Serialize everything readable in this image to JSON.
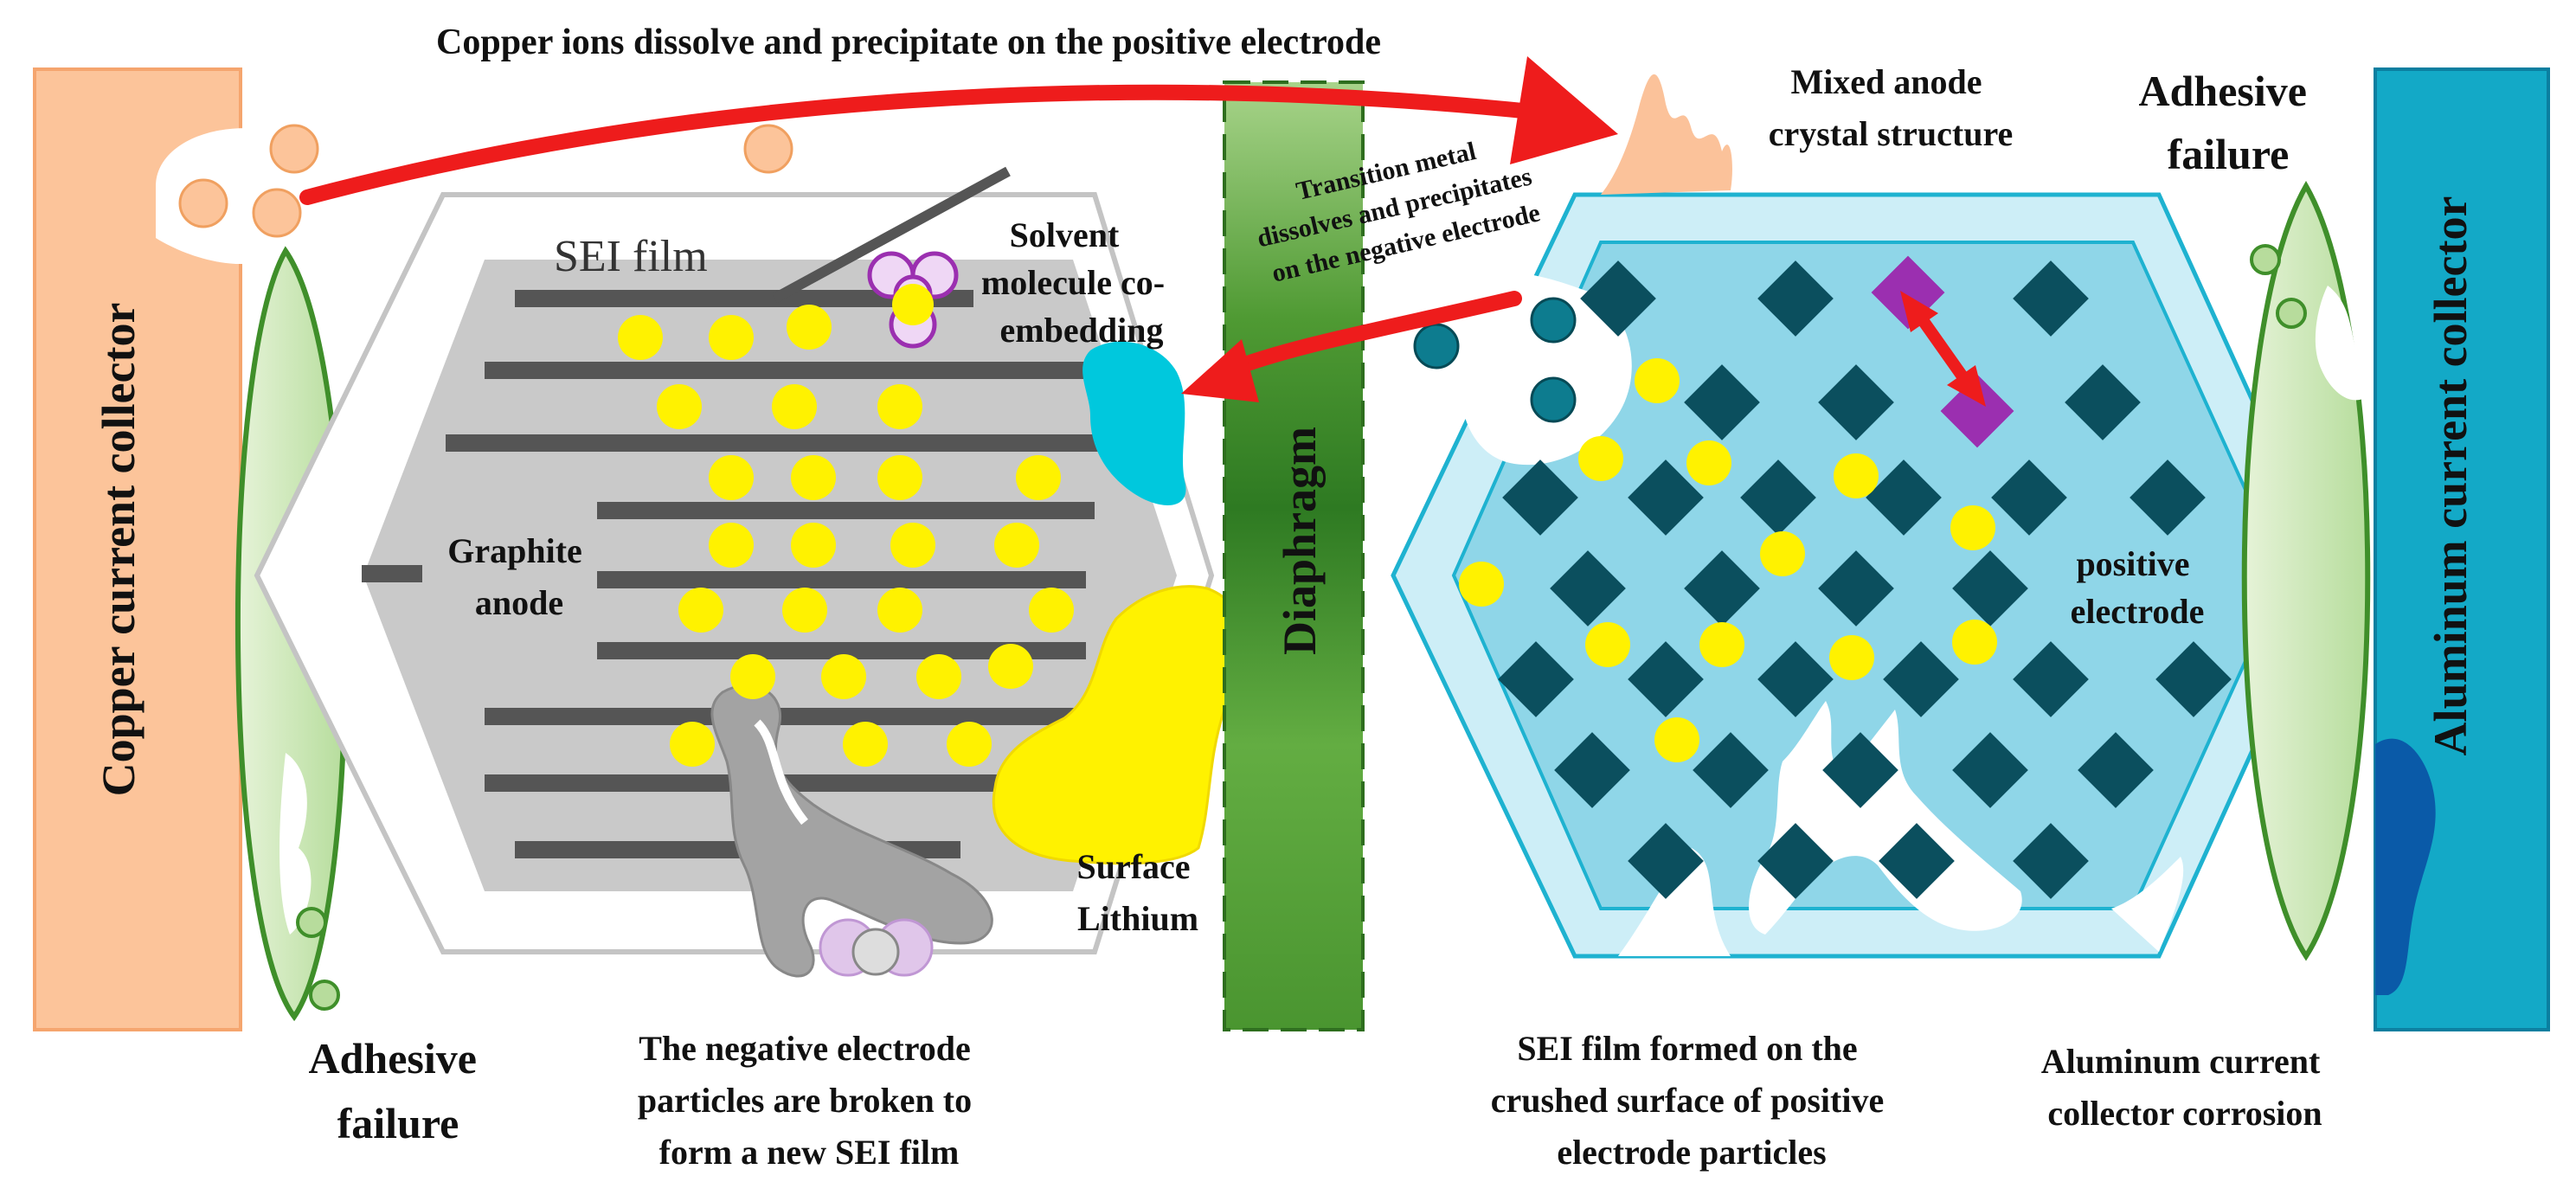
{
  "labels": {
    "copper_ions": "Copper ions dissolve and precipitate on the positive electrode",
    "mixed_anode_line1": "Mixed anode",
    "mixed_anode_line2": "crystal structure",
    "adhesive_failure_right_line1": "Adhesive",
    "adhesive_failure_right_line2": "failure",
    "copper_collector": "Copper current collector",
    "aluminum_collector": "Aluminum current collector",
    "sei_film": "SEI film",
    "solvent_line1": "Solvent",
    "solvent_line2": "molecule co-",
    "solvent_line3": "embedding",
    "transition_line1": "Transition metal",
    "transition_line2": "dissolves and precipitates",
    "transition_line3": "on the negative electrode",
    "graphite_line1": "Graphite",
    "graphite_line2": "anode",
    "diaphragm": "Diaphragm",
    "positive_line1": "positive",
    "positive_line2": "electrode",
    "surface_line1": "Surface",
    "surface_line2": "Lithium",
    "adhesive_failure_left_line1": "Adhesive",
    "adhesive_failure_left_line2": "failure",
    "neg_broken_line1": "The negative electrode",
    "neg_broken_line2": "particles are broken to",
    "neg_broken_line3": "form a new SEI film",
    "sei_crushed_line1": "SEI film formed on the",
    "sei_crushed_line2": "crushed surface of positive",
    "sei_crushed_line3": "electrode particles",
    "al_corrosion_line1": "Aluminum current",
    "al_corrosion_line2": "collector corrosion"
  },
  "colors": {
    "copper": "#fcc49a",
    "aluminum": "#13a9c7",
    "arrow_red": "#ee1c1c",
    "lithium_yellow": "#fff200",
    "graphite_gray": "#c9c9c9",
    "cathode_dark": "#0b4f5e",
    "cathode_light": "#8fd6e8",
    "diaphragm_green": "#4e9a32",
    "purple": "#9b2fb0"
  },
  "icons": [
    "lithium-ion-icon",
    "cathode-particle-icon",
    "copper-ion-icon",
    "red-arrow-icon"
  ]
}
